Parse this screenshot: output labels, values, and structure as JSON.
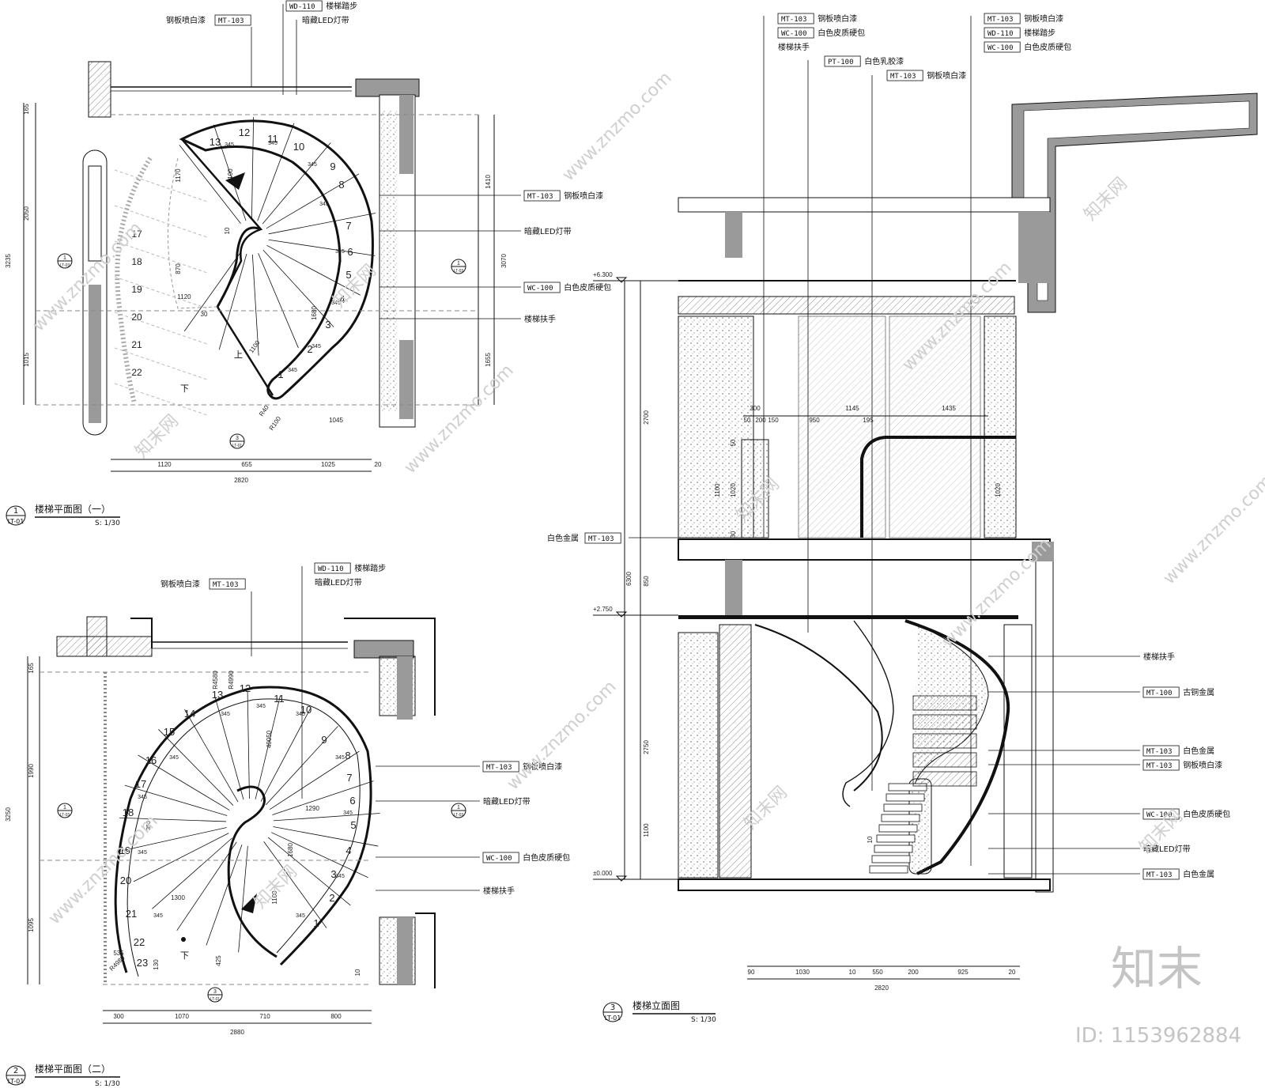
{
  "plan1": {
    "title": "楼梯平面图（一）",
    "badge_num": "1",
    "badge_ref": "LT-01",
    "scale": "S: 1/30",
    "callouts_top": [
      {
        "code": "MT-103",
        "text": "钢板喷白漆"
      },
      {
        "code": "WD-110",
        "text": "楼梯踏步"
      },
      {
        "code": "",
        "text": "暗藏LED灯带"
      }
    ],
    "callouts_right": [
      {
        "code": "MT-103",
        "text": "钢板喷白漆"
      },
      {
        "code": "",
        "text": "暗藏LED灯带"
      },
      {
        "code": "WC-100",
        "text": "白色皮质硬包"
      },
      {
        "code": "",
        "text": "楼梯扶手"
      }
    ],
    "left_dims": [
      "165",
      "2050",
      "1015",
      "3235"
    ],
    "right_dims": [
      "1410",
      "3070",
      "1655"
    ],
    "bottom_dims": [
      "1120",
      "655",
      "1025",
      "20"
    ],
    "bottom_total": "2820",
    "inner_dims": [
      "1170",
      "870",
      "1120",
      "1045",
      "100",
      "10",
      "1680",
      "1100",
      "R100",
      "R40",
      "30"
    ],
    "step_numbers": [
      "1",
      "2",
      "3",
      "4",
      "5",
      "6",
      "7",
      "8",
      "9",
      "10",
      "11",
      "12",
      "13"
    ],
    "faint_steps": [
      "17",
      "18",
      "19",
      "20",
      "21",
      "22"
    ],
    "step_width": "345",
    "labels": [
      "上",
      "下"
    ],
    "section_marks": [
      {
        "num": "1",
        "ref": "LT-03"
      },
      {
        "num": "1",
        "ref": "LT-03"
      },
      {
        "num": "3",
        "ref": "LT-01"
      }
    ]
  },
  "plan2": {
    "title": "楼梯平面图（二）",
    "badge_num": "2",
    "badge_ref": "LT-01",
    "scale": "S: 1/30",
    "callouts_top": [
      {
        "code": "MT-103",
        "text": "钢板喷白漆"
      },
      {
        "code": "WD-110",
        "text": "楼梯踏步"
      },
      {
        "code": "",
        "text": "暗藏LED灯带"
      }
    ],
    "callouts_right": [
      {
        "code": "MT-103",
        "text": "钢板喷白漆"
      },
      {
        "code": "",
        "text": "暗藏LED灯带"
      },
      {
        "code": "WC-100",
        "text": "白色皮质硬包"
      },
      {
        "code": "",
        "text": "楼梯扶手"
      }
    ],
    "left_dims": [
      "165",
      "1990",
      "1095",
      "3250"
    ],
    "bottom_dims": [
      "300",
      "1070",
      "710",
      "800"
    ],
    "bottom_total": "2880",
    "inner_dims": [
      "1290",
      "1300",
      "1100",
      "1680",
      "425",
      "130",
      "R4980",
      "R4580",
      "R4990",
      "535",
      "40050",
      "10"
    ],
    "step_numbers": [
      "1",
      "2",
      "3",
      "4",
      "5",
      "6",
      "7",
      "8",
      "9",
      "10",
      "11",
      "12",
      "13",
      "14",
      "15",
      "16",
      "17",
      "18",
      "19",
      "20",
      "21",
      "22",
      "23"
    ],
    "step_width": "345",
    "step_width_alt": "350",
    "labels": [
      "下"
    ],
    "section_marks": [
      {
        "num": "1",
        "ref": "LT-03"
      },
      {
        "num": "1",
        "ref": "LT-03"
      },
      {
        "num": "3",
        "ref": "LT-01"
      }
    ]
  },
  "elevation": {
    "title": "楼梯立面图",
    "badge_num": "3",
    "badge_ref": "LT-01",
    "scale": "S: 1/30",
    "callouts_top_left": [
      {
        "code": "MT-103",
        "text": "钢板喷白漆"
      },
      {
        "code": "WC-100",
        "text": "白色皮质硬包"
      },
      {
        "code": "",
        "text": "楼梯扶手"
      },
      {
        "code": "PT-100",
        "text": "白色乳胶漆"
      },
      {
        "code": "MT-103",
        "text": "钢板喷白漆"
      }
    ],
    "callouts_top_right": [
      {
        "code": "MT-103",
        "text": "钢板喷白漆"
      },
      {
        "code": "WD-110",
        "text": "楼梯踏步"
      },
      {
        "code": "WC-100",
        "text": "白色皮质硬包"
      }
    ],
    "callout_left": {
      "code": "MT-103",
      "text": "白色金属"
    },
    "callouts_right": [
      {
        "code": "",
        "text": "楼梯扶手"
      },
      {
        "code": "MT-100",
        "text": "古铜金属"
      },
      {
        "code": "MT-103",
        "text": "白色金属"
      },
      {
        "code": "MT-103",
        "text": "钢板喷白漆"
      },
      {
        "code": "WC-100",
        "text": "白色皮质硬包"
      },
      {
        "code": "",
        "text": "暗藏LED灯带"
      },
      {
        "code": "MT-103",
        "text": "白色金属"
      }
    ],
    "levels": [
      "+6.300",
      "+2.750",
      "±0.000"
    ],
    "vertical_dims": [
      "2700",
      "850",
      "6300",
      "2750",
      "1100",
      "1100",
      "1020",
      "1020",
      "50",
      "30",
      "10"
    ],
    "top_dims": [
      "300",
      "1145",
      "1435",
      "50",
      "200",
      "150",
      "950",
      "195"
    ],
    "bottom_dims": [
      "90",
      "1030",
      "10",
      "550",
      "200",
      "925",
      "20"
    ],
    "bottom_total": "2820"
  },
  "branding": {
    "logo": "知末",
    "id_text": "ID: 1153962884",
    "watermark_site": "www.znzmo.com",
    "watermark_cn": "知末网"
  },
  "colors": {
    "line": "#111111",
    "wall_fill": "#9a9a9a",
    "watermark": "#cfcfcf"
  }
}
